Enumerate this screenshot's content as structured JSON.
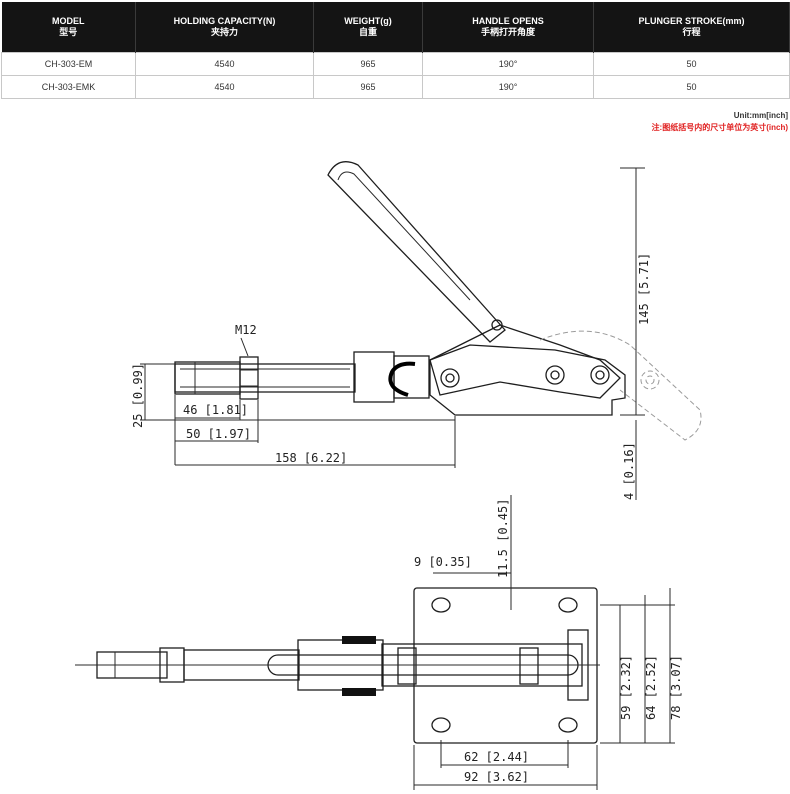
{
  "table": {
    "headers": [
      {
        "en": "MODEL",
        "cn": "型号"
      },
      {
        "en": "HOLDING CAPACITY(N)",
        "cn": "夹持力"
      },
      {
        "en": "WEIGHT(g)",
        "cn": "自重"
      },
      {
        "en": "HANDLE OPENS",
        "cn": "手柄打开角度"
      },
      {
        "en": "PLUNGER STROKE(mm)",
        "cn": "行程"
      }
    ],
    "rows": [
      [
        "CH-303-EM",
        "4540",
        "965",
        "190°",
        "50"
      ],
      [
        "CH-303-EMK",
        "4540",
        "965",
        "190°",
        "50"
      ]
    ]
  },
  "units": {
    "line1": "Unit:mm[inch]",
    "line2": "注:图纸括号内的尺寸单位为英寸(inch)"
  },
  "drawing": {
    "side": {
      "thread": "M12",
      "d_height_25": "25 [0.99]",
      "d_46": "46 [1.81]",
      "d_50": "50 [1.97]",
      "d_158": "158 [6.22]",
      "d_145": "145 [5.71]",
      "d_4": "4 [0.16]"
    },
    "top": {
      "d_9": "9 [0.35]",
      "d_11_5": "11.5 [0.45]",
      "d_62": "62 [2.44]",
      "d_92": "92 [3.62]",
      "d_59": "59 [2.32]",
      "d_64": "64 [2.52]",
      "d_78": "78 [3.07]"
    }
  }
}
